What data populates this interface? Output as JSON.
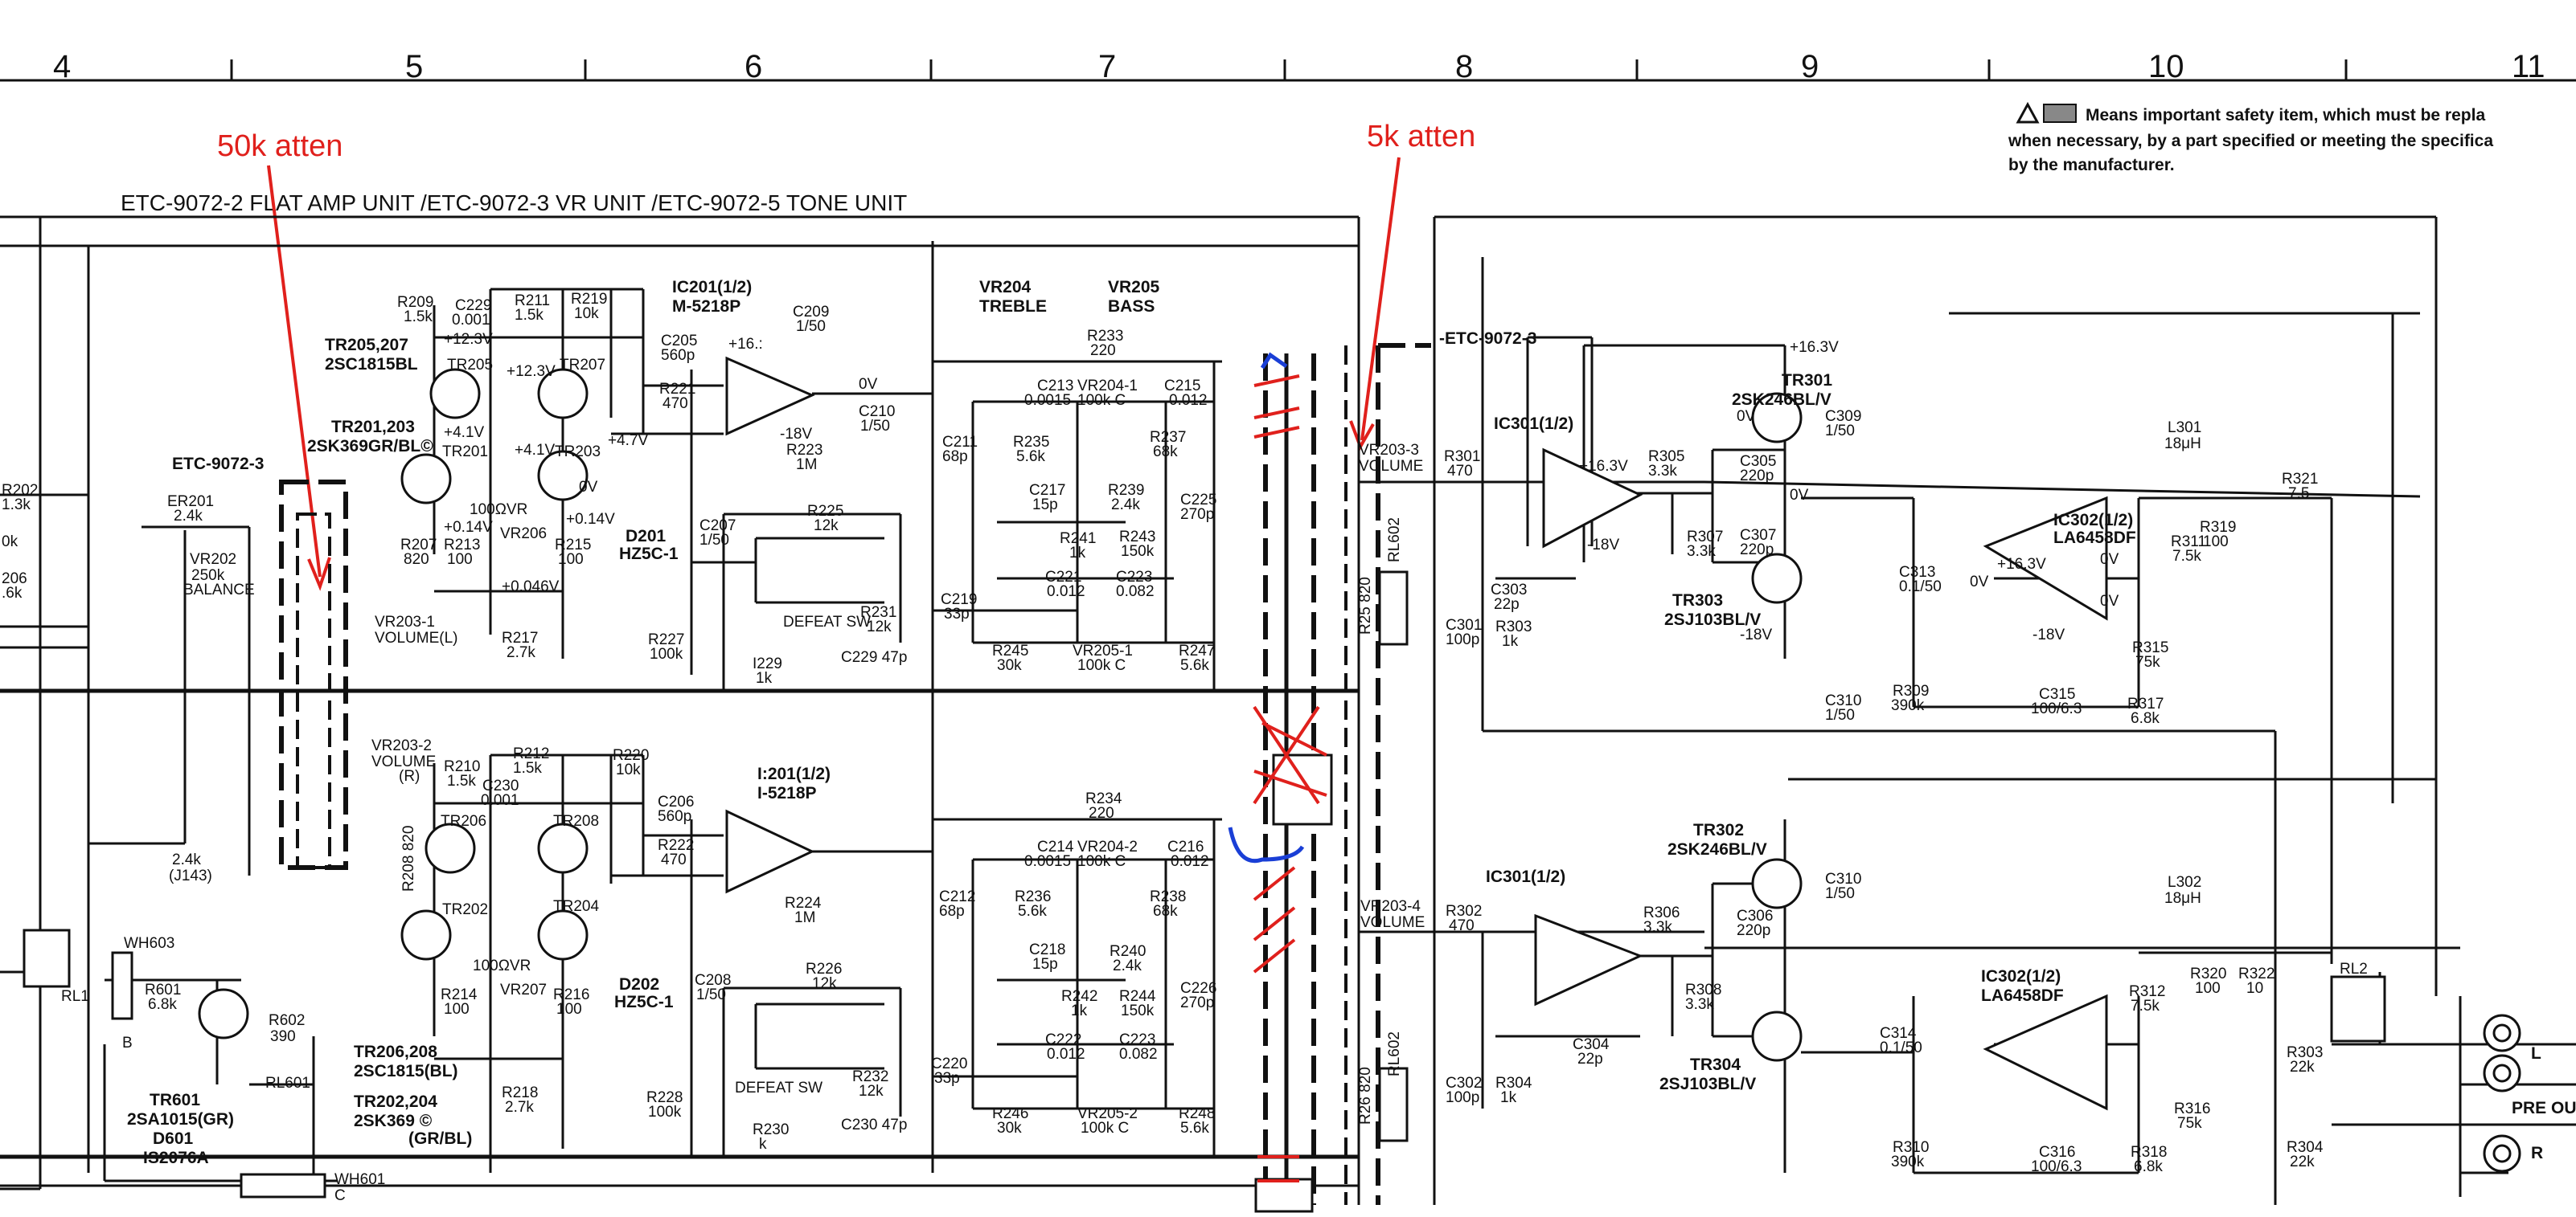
{
  "ruler": {
    "numbers": [
      "4",
      "5",
      "6",
      "7",
      "8",
      "9",
      "10",
      "11"
    ]
  },
  "safety_note": {
    "line1": "Means important safety item, which must be repla",
    "line2": "when necessary, by a part specified or meeting the specifica",
    "line3": "by the manufacturer."
  },
  "header": "ETC-9072-2 FLAT AMP UNIT /ETC-9072-3 VR UNIT /ETC-9072-5 TONE UNIT",
  "unit_label_vr_left": "ETC-9072-3",
  "unit_label_vr_right": "-ETC-9072-3",
  "annotations": {
    "atten_50k": "50k atten",
    "atten_5k": "5k atten"
  },
  "components": {
    "tr205_207": [
      "TR205,207",
      "2SC1815BL"
    ],
    "tr201_203": [
      "TR201,203",
      "2SK369GR/BL©"
    ],
    "tr206_208": [
      "TR206,208",
      "2SC1815(BL)"
    ],
    "tr202_204": [
      "TR202,204",
      "2SK369 ©",
      "(GR/BL)"
    ],
    "tr601": [
      "TR601",
      "2SA1015(GR)",
      "D601",
      "IS2076A"
    ],
    "ic201_top": [
      "IC201(1/2)",
      "M-5218P"
    ],
    "ic201_bot": [
      "I:201(1/2)",
      "I-5218P"
    ],
    "vr204": [
      "VR204",
      "TREBLE"
    ],
    "vr205": [
      "VR205",
      "BASS"
    ],
    "tr301": [
      "TR301",
      "2SK246BL/V"
    ],
    "tr303": [
      "TR303",
      "2SJ103BL/V"
    ],
    "tr302": [
      "TR302",
      "2SK246BL/V"
    ],
    "tr304": [
      "TR304",
      "2SJ103BL/V"
    ],
    "ic301_top": "IC301(1/2)",
    "ic301_bot": "IC301(1/2)",
    "ic302_top": [
      "IC302(1/2)",
      "LA6458DF"
    ],
    "ic302_bot": [
      "IC302(1/2)",
      "LA6458DF"
    ],
    "vr202": [
      "VR202",
      "250k",
      "BALANCE"
    ],
    "vr203_1": [
      "VR203-1",
      "VOLUME(L)"
    ],
    "vr203_2": [
      "VR203-2",
      "VOLUME",
      "(R)"
    ],
    "vr203_3": [
      "VR203-3",
      "VOLUME"
    ],
    "vr203_4": [
      "VR203-4",
      "VOLUME"
    ],
    "d201": [
      "D201",
      "HZ5C-1"
    ],
    "d202": [
      "D202",
      "HZ5C-1"
    ],
    "l301": [
      "L301",
      "18μH"
    ],
    "l302": [
      "L302",
      "18μH"
    ],
    "defeat_sw": "DEFEAT SW",
    "rl601": "RL601",
    "rl602": "RL602",
    "rl1": "RL1",
    "rl2": "RL2",
    "wh603": "WH603",
    "wh601": "WH601",
    "r601": [
      "R601",
      "6.8k"
    ],
    "r602": [
      "R602",
      "390"
    ],
    "er201": [
      "ER201",
      "2.4k"
    ],
    "r2_4k": [
      "2.4k",
      "(J143)"
    ]
  },
  "parts_top": {
    "r209": [
      "R209",
      "1.5k"
    ],
    "c229": [
      "C229",
      "0.001"
    ],
    "r211": [
      "R211",
      "1.5k"
    ],
    "r219": [
      "R219",
      "10k"
    ],
    "c205": [
      "C205",
      "560p"
    ],
    "r221": [
      "R221",
      "470"
    ],
    "v123": "+12.3V",
    "v123b": "+12.3V",
    "tr205": "TR205",
    "tr207": "TR207",
    "tr201": "TR201",
    "tr203": "TR203",
    "v41a": "+4.1V",
    "v41b": "+4.1V",
    "v47": "+4.7V",
    "v014a": "+0.14V",
    "v014b": "+0.14V",
    "v0a": "0V",
    "vr206": [
      "100ΩVR",
      "VR206"
    ],
    "r213": [
      "R213",
      "100"
    ],
    "r215": [
      "R215",
      "100"
    ],
    "r207": [
      "R207",
      "820"
    ],
    "v0046": "+0.046V",
    "r217": [
      "R217",
      "2.7k"
    ],
    "c209": [
      "C209",
      "1/50"
    ],
    "r233": [
      "R233",
      "220"
    ],
    "v16": "+16.:",
    "v18a": "-18V",
    "ov1": "0V",
    "c210": [
      "C210",
      "1/50"
    ],
    "r223": [
      "R223",
      "1M"
    ],
    "c213": [
      "C213",
      "0.0015"
    ],
    "vr204_1": [
      "VR204-1",
      "100k C"
    ],
    "c215": [
      "C215",
      "0.012"
    ],
    "c211": [
      "C211",
      "68p"
    ],
    "r235": [
      "R235",
      "5.6k"
    ],
    "r237": [
      "R237",
      "68k"
    ],
    "c217": [
      "C217",
      "15p"
    ],
    "r239": [
      "R239",
      "2.4k"
    ],
    "r241": [
      "R241",
      "1k"
    ],
    "r243": [
      "R243",
      "150k"
    ],
    "c221": [
      "C221",
      "0.012"
    ],
    "c223": [
      "C223",
      "0.082"
    ],
    "c225": [
      "C225",
      "270p"
    ],
    "c219": [
      "C219",
      "33p"
    ],
    "r245": [
      "R245",
      "30k"
    ],
    "vr205_1": [
      "VR205-1",
      "100k C"
    ],
    "r247": [
      "R247",
      "5.6k"
    ],
    "r225": [
      "R225",
      "12k"
    ],
    "r231": [
      "R231",
      "12k"
    ],
    "c207": [
      "C207",
      "1/50"
    ],
    "r227": [
      "R227",
      "100k"
    ],
    "r229": [
      "I229",
      "1k"
    ],
    "c229b": "C229  47p",
    "r301": [
      "R301",
      "470"
    ],
    "c301": [
      "C301",
      "100p"
    ],
    "r303": [
      "R303",
      "1k"
    ],
    "v163": "+16.3V",
    "v163b": "+16.3V",
    "v18b": "-18V",
    "c303": [
      "C303",
      "22p"
    ],
    "r305": [
      "R305",
      "3.3k"
    ],
    "c305": [
      "C305",
      "220p"
    ],
    "r307": [
      "R307",
      "3.3k"
    ],
    "c307": [
      "C307",
      "220p"
    ],
    "c309": [
      "C309",
      "1/50"
    ],
    "ov2": "0V",
    "ov3": "0V",
    "v18c": "-18V",
    "v163c": "+16.3V",
    "r319": [
      "R319",
      "100"
    ],
    "r321": [
      "R321",
      "7.5"
    ],
    "r311": [
      "R311",
      "7.5k"
    ],
    "c313": [
      "C313",
      "0.1/50"
    ],
    "v163d": "+16.3V",
    "ov4": "0V",
    "ov5": "0V",
    "ov6": "0V",
    "v18d": "-18V",
    "r315": [
      "R315",
      "75k"
    ],
    "c310": [
      "C310",
      "1/50"
    ],
    "r309": [
      "R309",
      "390k"
    ],
    "c315": [
      "C315",
      "100/6.3"
    ],
    "r317": [
      "R317",
      "6.8k"
    ],
    "r25": "R25 820"
  },
  "parts_bot": {
    "r210": [
      "R210",
      "1.5k"
    ],
    "c230": [
      "C230",
      "0.001"
    ],
    "r212": [
      "R212",
      "1.5k"
    ],
    "r220": [
      "R220",
      "10k"
    ],
    "c206": [
      "C206",
      "560p"
    ],
    "r222": [
      "R222",
      "470"
    ],
    "tr206": "TR206",
    "tr208": "TR208",
    "tr202": "TR202",
    "tr204": "TR204",
    "r208": "R208 820",
    "vr207": [
      "100ΩVR",
      "VR207"
    ],
    "r214": [
      "R214",
      "100"
    ],
    "r216": [
      "R216",
      "100"
    ],
    "r218": [
      "R218",
      "2.7k"
    ],
    "r234": [
      "R234",
      "220"
    ],
    "r224": [
      "R224",
      "1M"
    ],
    "c214": [
      "C214",
      "0.0015"
    ],
    "vr204_2": [
      "VR204-2",
      "100k C"
    ],
    "c216": [
      "C216",
      "0.012"
    ],
    "c212": [
      "C212",
      "68p"
    ],
    "r236": [
      "R236",
      "5.6k"
    ],
    "r238": [
      "R238",
      "68k"
    ],
    "c218": [
      "C218",
      "15p"
    ],
    "r240": [
      "R240",
      "2.4k"
    ],
    "r242": [
      "R242",
      "1k"
    ],
    "r244": [
      "R244",
      "150k"
    ],
    "c222": [
      "C222",
      "0.012"
    ],
    "c223b": [
      "C223",
      "0.082"
    ],
    "c226": [
      "C226",
      "270p"
    ],
    "c220": [
      "C220",
      "33p"
    ],
    "r246": [
      "R246",
      "30k"
    ],
    "vr205_2": [
      "VR205-2",
      "100k C"
    ],
    "r248": [
      "R248",
      "5.6k"
    ],
    "r226": [
      "R226",
      "12k"
    ],
    "r232": [
      "R232",
      "12k"
    ],
    "c208": [
      "C208",
      "1/50"
    ],
    "r228": [
      "R228",
      "100k"
    ],
    "r230": [
      "R230",
      "k"
    ],
    "c230b": "C230  47p",
    "r302": [
      "R302",
      "470"
    ],
    "c302": [
      "C302",
      "100p"
    ],
    "r304": [
      "R304",
      "1k"
    ],
    "c304": [
      "C304",
      "22p"
    ],
    "r306": [
      "R306",
      "3.3k"
    ],
    "c306": [
      "C306",
      "220p"
    ],
    "r308": [
      "R308",
      "3.3k"
    ],
    "c310b": [
      "C310",
      "1/50"
    ],
    "r320": [
      "R320",
      "100"
    ],
    "r322": [
      "R322",
      "10"
    ],
    "r312": [
      "R312",
      "7.5k"
    ],
    "c314": [
      "C314",
      "0.1/50"
    ],
    "r316": [
      "R316",
      "75k"
    ],
    "r310": [
      "R310",
      "390k"
    ],
    "c316": [
      "C316",
      "100/6.3"
    ],
    "r318": [
      "R318",
      "6.8k"
    ],
    "r303b": [
      "R303",
      "22k"
    ],
    "r304b": [
      "R304",
      "22k"
    ],
    "r26": "R26 820"
  },
  "edge": {
    "r202": [
      "R202",
      "1.3k"
    ],
    "k0": "0k",
    "r206e": [
      "206",
      ".6k"
    ],
    "b": "B",
    "c": "C"
  },
  "outputs": {
    "l": "L",
    "pre_out": "PRE OUT",
    "r": "R"
  }
}
